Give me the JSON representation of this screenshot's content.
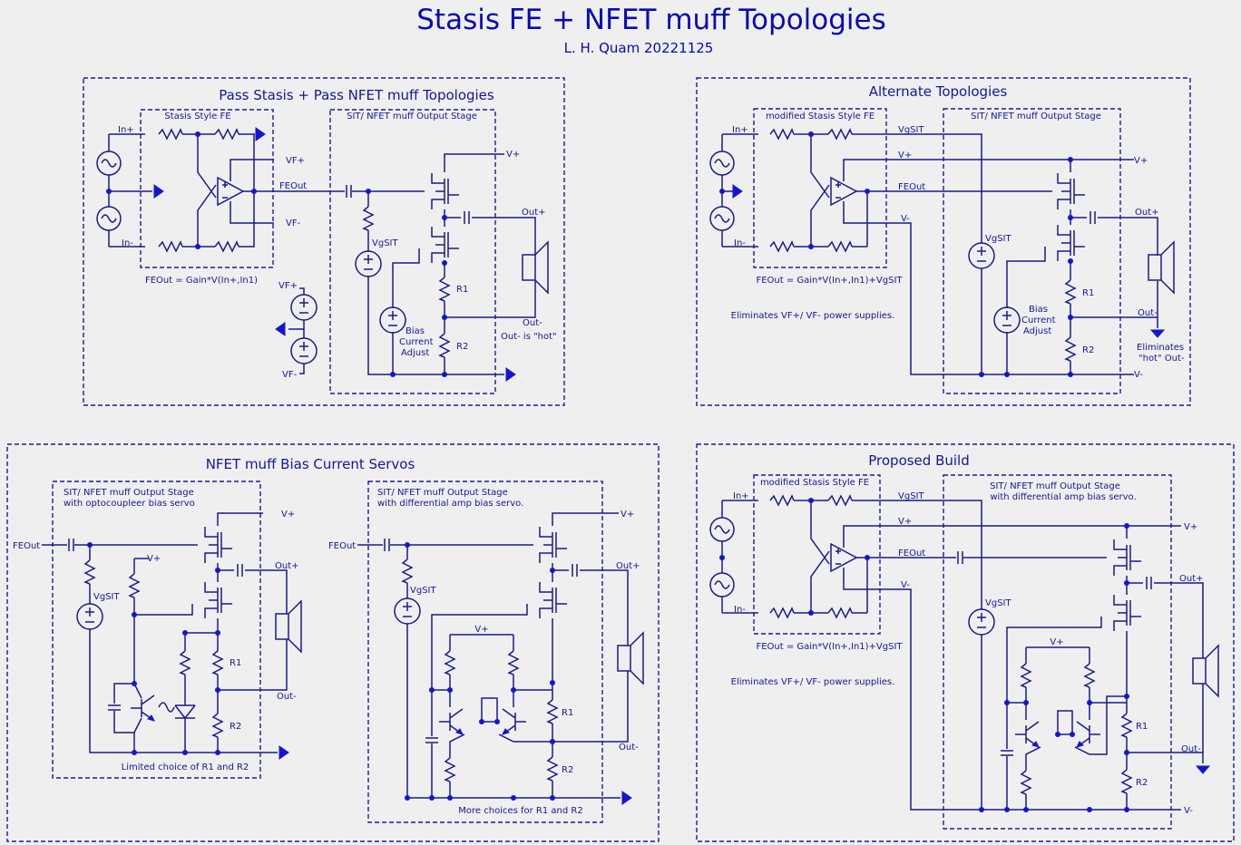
{
  "title": "Stasis FE + NFET muff Topologies",
  "subtitle": "L. H. Quam 20221125",
  "panels": {
    "pass": {
      "heading": "Pass Stasis + Pass NFET muff Topologies",
      "fe_box": "Stasis Style FE",
      "out_box": "SIT/ NFET muff Output Stage",
      "in_plus": "In+",
      "in_minus": "In-",
      "vf_plus": "VF+",
      "vf_minus": "VF-",
      "feout": "FEOut",
      "formula": "FEOut = Gain*V(In+,In1)",
      "vplus": "V+",
      "vgsit": "VgSIT",
      "r1": "R1",
      "r2": "R2",
      "bias": [
        "Bias",
        "Current",
        "Adjust"
      ],
      "out_plus": "Out+",
      "out_minus": "Out-",
      "hot": "Out- is \"hot\"",
      "vf_plus2": "VF+",
      "vf_minus2": "VF-"
    },
    "alt": {
      "heading": "Alternate Topologies",
      "fe_box": "modified Stasis Style FE",
      "out_box": "SIT/ NFET muff Output Stage",
      "in_plus": "In+",
      "in_minus": "In-",
      "vgsit": "VgSIT",
      "vplus": "V+",
      "feout": "FEOut",
      "vminus": "V-",
      "formula": "FEOut = Gain*V(In+,In1)+VgSIT",
      "eliminates": "Eliminates VF+/ VF- power supplies.",
      "vgsit2": "VgSIT",
      "r1": "R1",
      "r2": "R2",
      "bias": [
        "Bias",
        "Current",
        "Adjust"
      ],
      "out_plus": "Out+",
      "out_minus": "Out-",
      "elim_hot": [
        "Eliminates",
        "\"hot\" Out-"
      ],
      "vplus_r": "V+",
      "vminus_r": "V-"
    },
    "servo": {
      "heading": "NFET muff Bias Current Servos",
      "opto_box": [
        "SIT/ NFET muff Output Stage",
        "with optocoupleer bias servo"
      ],
      "diff_box": [
        "SIT/ NFET muff Output Stage",
        "with differential amp bias servo."
      ],
      "feout": "FEOut",
      "vgsit": "VgSIT",
      "vplus": "V+",
      "r1": "R1",
      "r2": "R2",
      "out_plus": "Out+",
      "out_minus": "Out-",
      "limited": "Limited choice of R1 and R2",
      "feout2": "FEOut",
      "vgsit2": "VgSIT",
      "vplus2": "V+",
      "vplus_inner": "V+",
      "r1b": "R1",
      "r2b": "R2",
      "out_plus2": "Out+",
      "out_minus2": "Out-",
      "more": "More choices for R1 and R2"
    },
    "build": {
      "heading": "Proposed Build",
      "fe_box": "modified Stasis Style FE",
      "out_box": [
        "SIT/ NFET muff Output Stage",
        "with differential amp bias servo."
      ],
      "in_plus": "In+",
      "in_minus": "In-",
      "vgsit": "VgSIT",
      "vplus": "V+",
      "feout": "FEOut",
      "vminus": "V-",
      "formula": "FEOut = Gain*V(In+,In1)+VgSIT",
      "eliminates": "Eliminates VF+/ VF- power supplies.",
      "vgsit2": "VgSIT",
      "vplus_inner": "V+",
      "r1": "R1",
      "r2": "R2",
      "out_plus": "Out+",
      "out_minus": "Out-",
      "vplus_r": "V+",
      "vminus_r": "V-"
    }
  }
}
